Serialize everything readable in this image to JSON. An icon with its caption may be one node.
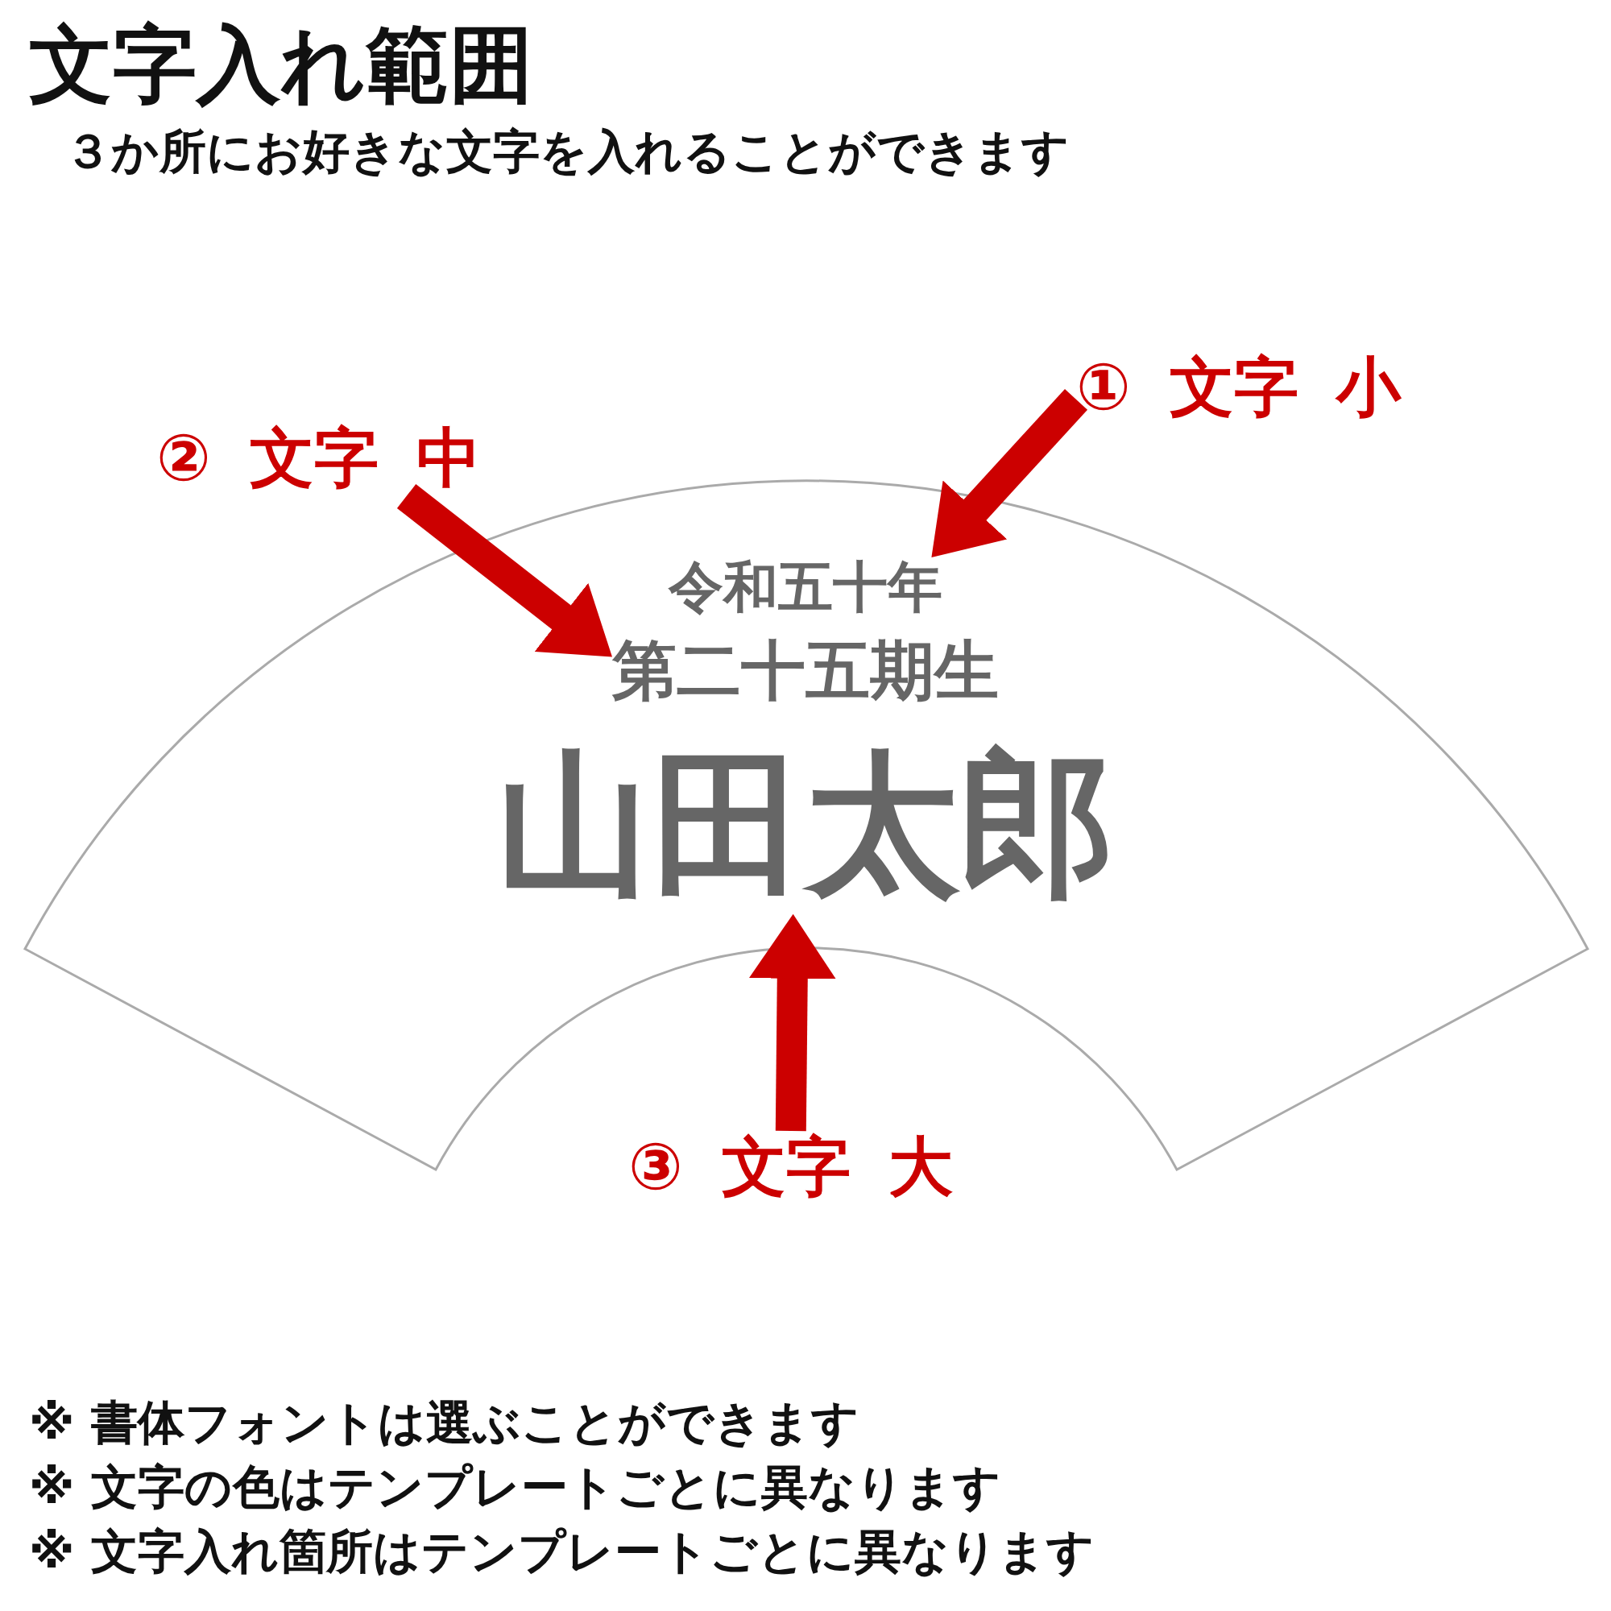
{
  "diagram": {
    "title": "文字入れ範囲",
    "nodes": [
      {
        "text": [],
        "shape": "fan"
      },
      {
        "text": [
          "令和五十年"
        ],
        "in": 0
      },
      {
        "text": [
          "第二十五期生"
        ],
        "in": 0
      },
      {
        "text": [
          "山田太郎"
        ],
        "in": 0
      },
      {
        "text": [
          "① 文字 小"
        ]
      },
      {
        "text": [
          "② 文字 中"
        ]
      },
      {
        "text": [
          "③ 文字 大"
        ]
      }
    ],
    "edges": [
      {
        "from": 4,
        "to": 1,
        "arrow": "to"
      },
      {
        "from": 5,
        "to": 2,
        "arrow": "to"
      },
      {
        "from": 6,
        "to": 3,
        "arrow": "to"
      }
    ],
    "labels": [
      "３か所にお好きな文字を入れることができます",
      "※ 書体フォントは選ぶことができます",
      "※ 文字の色はテンプレートごとに異なります",
      "※ 文字入れ箇所はテンプレートごとに異なります"
    ]
  }
}
